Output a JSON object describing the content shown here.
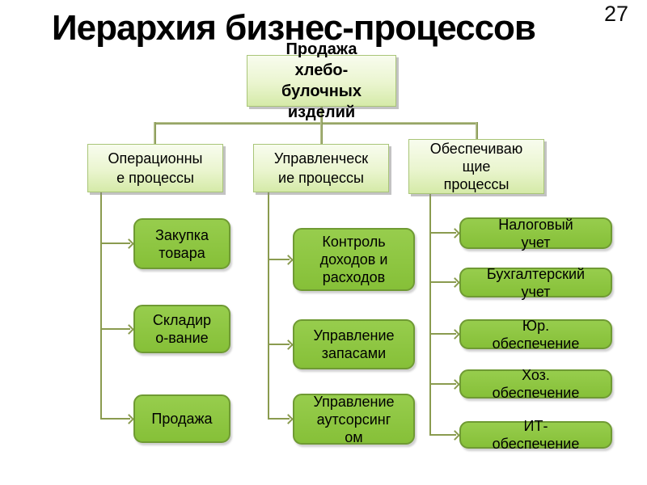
{
  "title": "Иерархия бизнес-процессов",
  "page_number": "27",
  "colors": {
    "background": "#ffffff",
    "text": "#000000",
    "leaf_fill": "#8dc642",
    "leaf_border": "#6f9a33",
    "level_box_fill_top": "#f8fcee",
    "level_box_fill_bottom": "#d5eaa8",
    "level_box_border": "#a9c578",
    "connector": "#8a9b4f"
  },
  "tree": {
    "root": {
      "label": "Продажа\nхлебо-\nбулочных\nизделий"
    },
    "columns": [
      {
        "header": "Операционны\nе процессы",
        "items": [
          {
            "label": "Закупка\nтовара"
          },
          {
            "label": "Складир\nо-вание"
          },
          {
            "label": "Продажа"
          }
        ]
      },
      {
        "header": "Управленческ\nие процессы",
        "items": [
          {
            "label": "Контроль\nдоходов и\nрасходов"
          },
          {
            "label": "Управление\nзапасами"
          },
          {
            "label": "Управление\nаутсорсинг\nом"
          }
        ]
      },
      {
        "header": "Обеспечиваю\nщие\nпроцессы",
        "items": [
          {
            "label": "Налоговый\nучет"
          },
          {
            "label": "Бухгалтерский\nучет"
          },
          {
            "label": "Юр.\nобеспечение"
          },
          {
            "label": "Хоз.\nобеспечение"
          },
          {
            "label": "ИТ-\nобеспечение"
          }
        ]
      }
    ]
  }
}
